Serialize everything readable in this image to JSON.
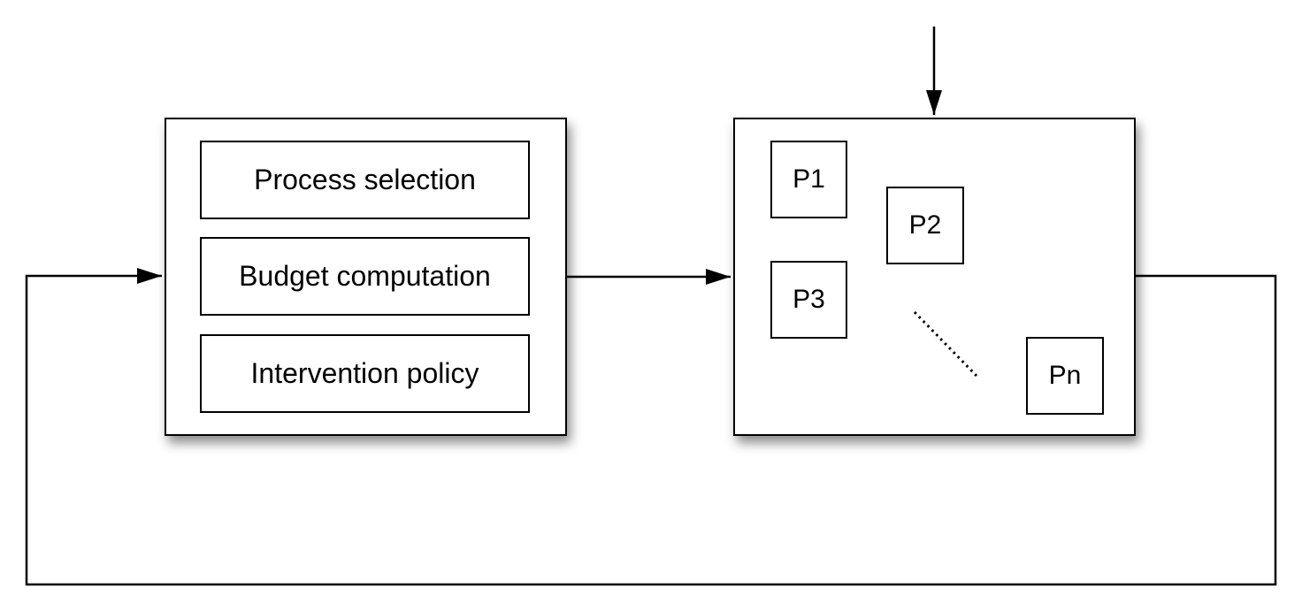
{
  "controller": {
    "modules": [
      {
        "label": "Process selection"
      },
      {
        "label": "Budget computation"
      },
      {
        "label": "Intervention policy"
      }
    ]
  },
  "process_system": {
    "processes": [
      {
        "label": "P1"
      },
      {
        "label": "P2"
      },
      {
        "label": "P3"
      },
      {
        "label": "Pn"
      }
    ]
  },
  "colors": {
    "line": "#000000",
    "box_fill": "#ffffff",
    "background": "#ffffff"
  }
}
